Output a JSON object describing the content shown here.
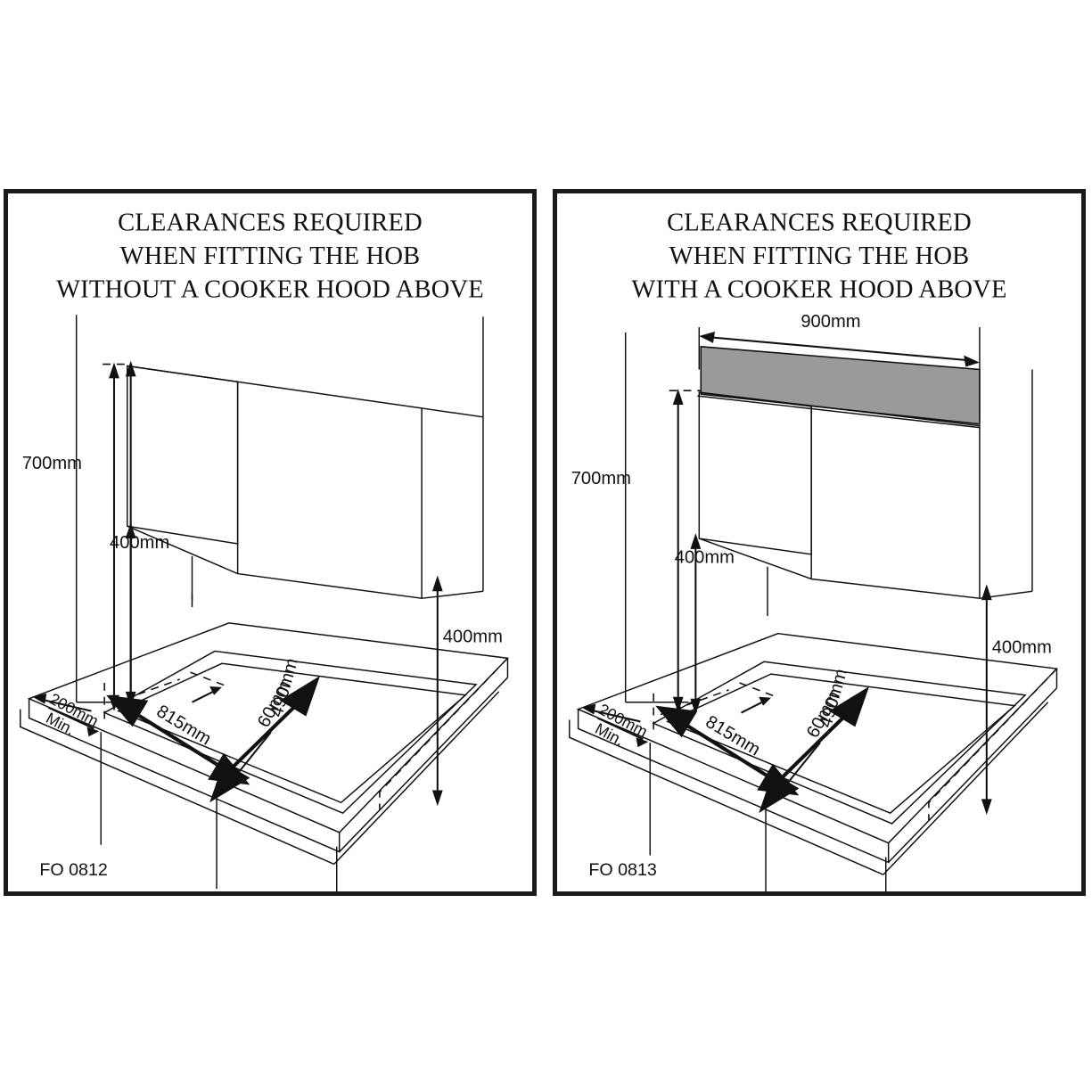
{
  "document": {
    "kind": "appliance-installation-clearance-diagram",
    "panel_count": 2
  },
  "panels": [
    {
      "id": "without-hood",
      "title_lines": [
        "CLEARANCES REQUIRED",
        "WHEN FITTING THE HOB",
        "WITHOUT A COOKER HOOD ABOVE"
      ],
      "figure_code": "FO 0812",
      "dimensions": {
        "wall_height": "700mm",
        "cabinet_clearance": "400mm",
        "right_clearance": "400mm",
        "side_min": "200mm",
        "side_min_suffix": "Min.",
        "rear_gap": "60mm",
        "hob_width": "815mm",
        "hob_depth": "490mm"
      },
      "has_cooker_hood": false,
      "hood_width": null
    },
    {
      "id": "with-hood",
      "title_lines": [
        "CLEARANCES REQUIRED",
        "WHEN FITTING THE HOB",
        "WITH A COOKER HOOD ABOVE"
      ],
      "figure_code": "FO 0813",
      "dimensions": {
        "wall_height": "700mm",
        "cabinet_clearance": "400mm",
        "right_clearance": "400mm",
        "side_min": "200mm",
        "side_min_suffix": "Min.",
        "rear_gap": "60mm",
        "hob_width": "815mm",
        "hob_depth": "490mm",
        "hood_width": "900mm"
      },
      "has_cooker_hood": true,
      "hood_width": "900mm"
    }
  ],
  "colors": {
    "line": "#111111",
    "hood_fill": "#9a9a9a",
    "panel_border": "#1a1a1a",
    "background": "#ffffff"
  }
}
